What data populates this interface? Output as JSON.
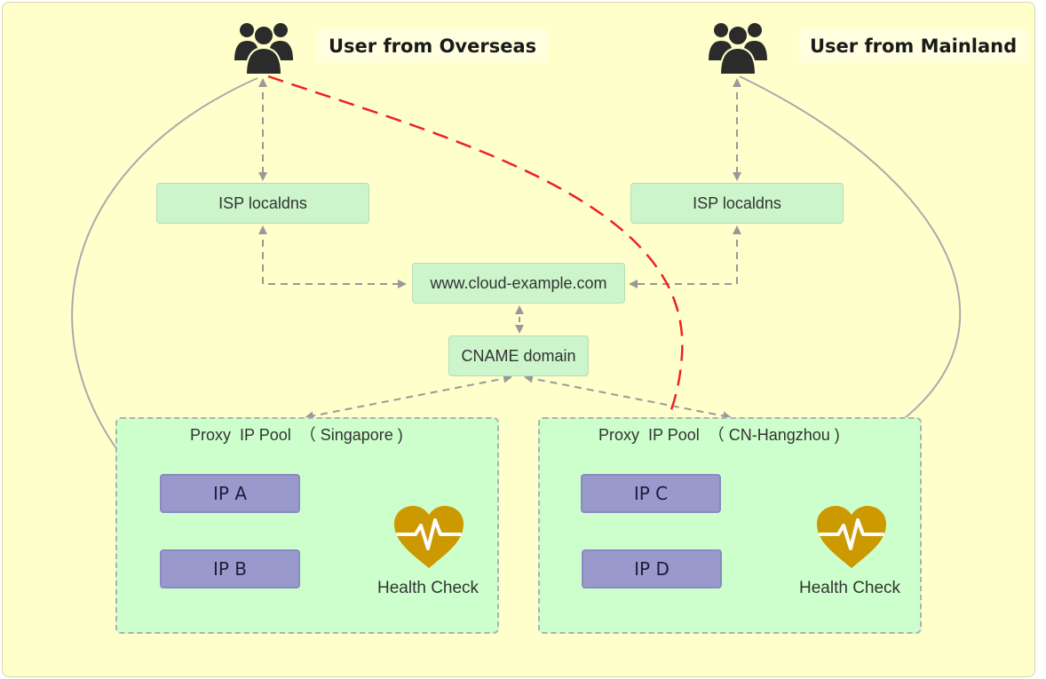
{
  "users": {
    "overseas": {
      "label": "User from Overseas"
    },
    "mainland": {
      "label": "User from Mainland"
    }
  },
  "isp_left": {
    "label": "ISP localdns"
  },
  "isp_right": {
    "label": "ISP localdns"
  },
  "domain": {
    "label": "www.cloud-example.com"
  },
  "cname": {
    "label": "CNAME domain"
  },
  "pool_left": {
    "title": "Proxy  IP Pool  （ Singapore )",
    "ips": [
      "IP A",
      "IP B"
    ],
    "health_label": "Health Check"
  },
  "pool_right": {
    "title": "Proxy  IP Pool  （ CN-Hangzhou )",
    "ips": [
      "IP C",
      "IP D"
    ],
    "health_label": "Health Check"
  },
  "colors": {
    "background": "#ffffcc",
    "box_green": "#ccf5cc",
    "ip_purple": "#9999cc",
    "heart": "#cc9900",
    "red_path": "#ee2222",
    "connector": "#999999"
  }
}
